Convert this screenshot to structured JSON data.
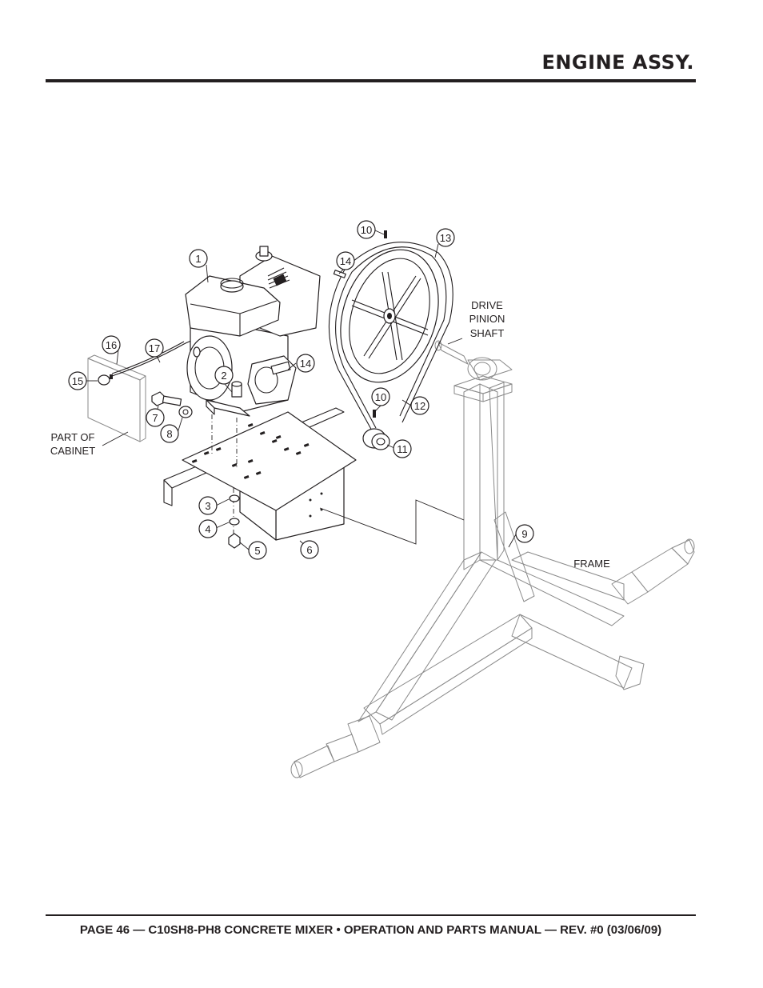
{
  "header": {
    "title": "ENGINE ASSY."
  },
  "footer": {
    "text": "PAGE 46 — C10SH8-PH8 CONCRETE MIXER • OPERATION AND PARTS MANUAL — REV. #0 (03/06/09)"
  },
  "diagram": {
    "labels": {
      "drive_pinion_shaft": [
        "DRIVE",
        "PINION",
        "SHAFT"
      ],
      "part_of_cabinet": [
        "PART OF",
        "CABINET"
      ],
      "frame": "FRAME"
    },
    "callouts": [
      "1",
      "2",
      "3",
      "4",
      "5",
      "6",
      "7",
      "8",
      "9",
      "10",
      "10",
      "11",
      "12",
      "13",
      "14",
      "14",
      "15",
      "16",
      "17"
    ]
  }
}
